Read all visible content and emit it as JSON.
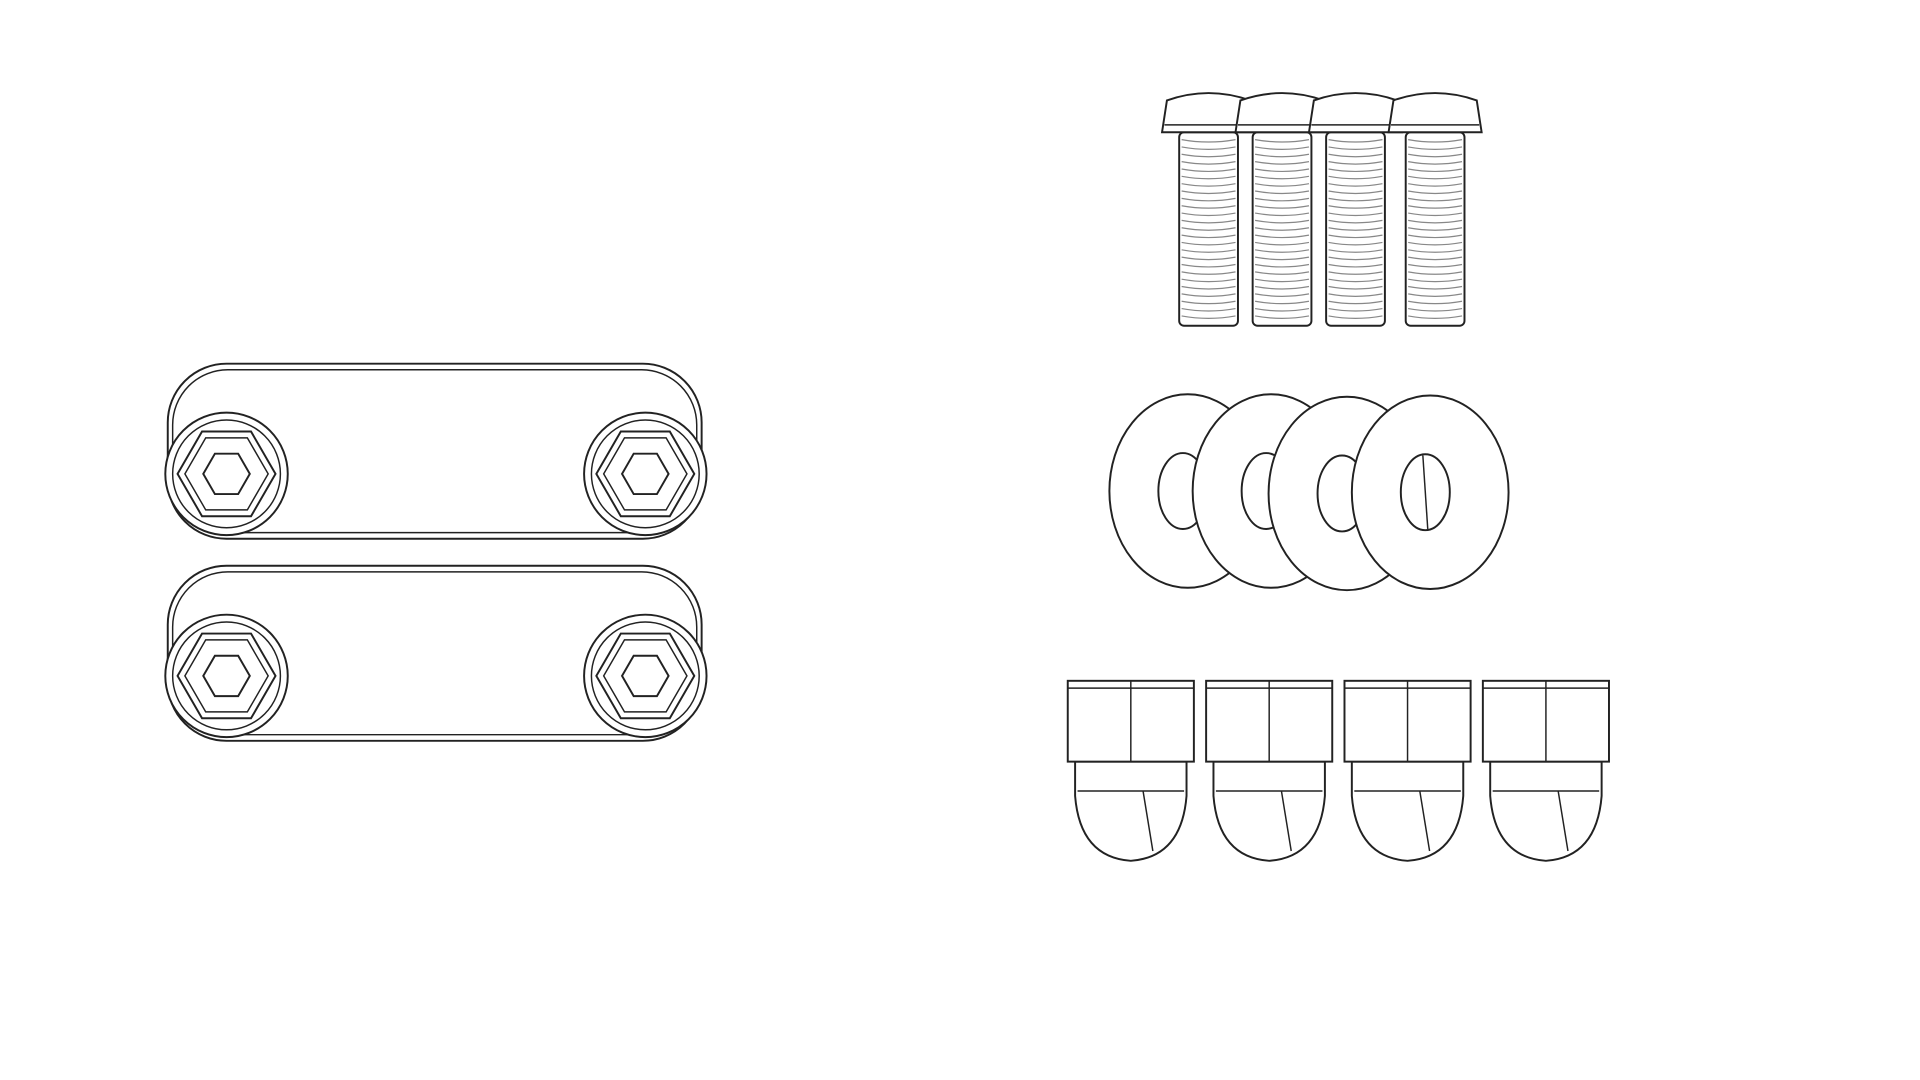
{
  "colors": {
    "background": "#ffffff",
    "line": "#222222",
    "thread_line": "#888888"
  },
  "parts": {
    "brackets": 2,
    "bolts": 4,
    "washers": 4,
    "acorn_nuts": 4
  }
}
